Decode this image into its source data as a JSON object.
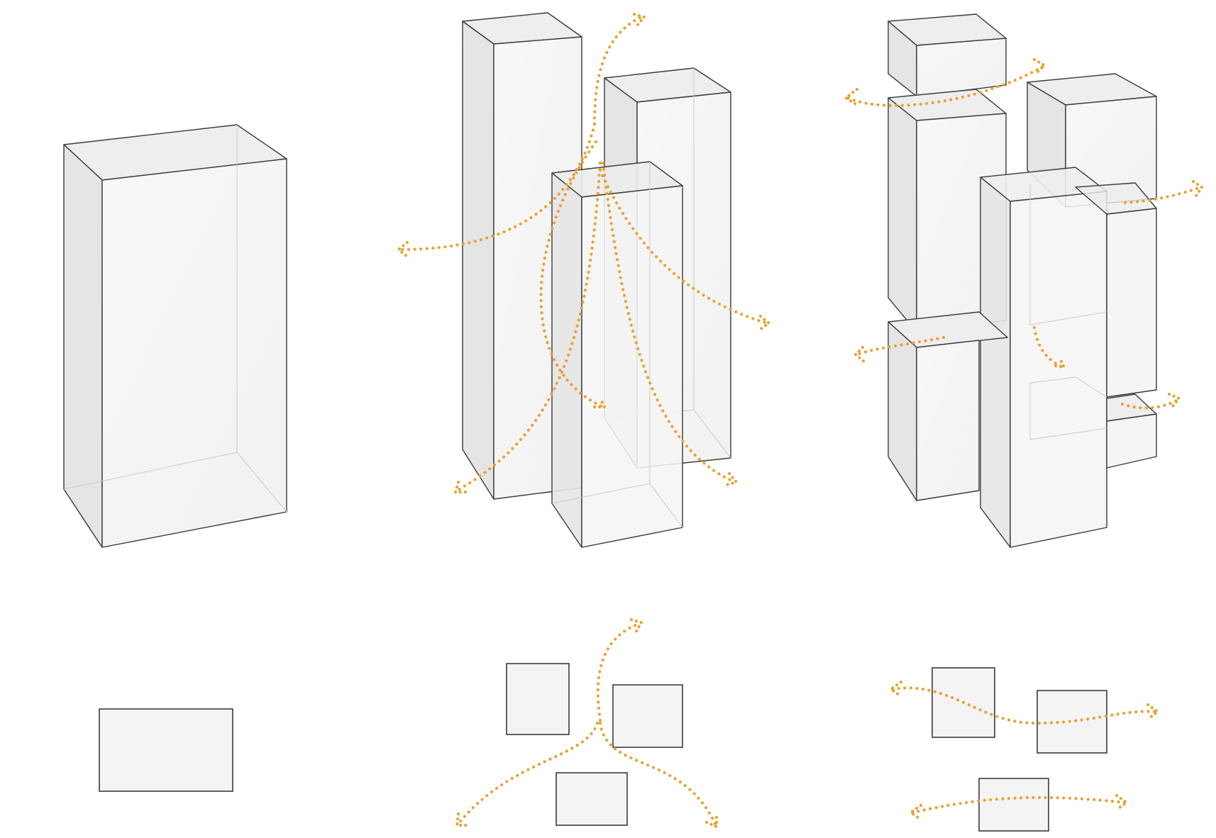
{
  "colors": {
    "flow": "#e8a133",
    "box_front": "#f6f6f6",
    "box_side": "#e6e6e6",
    "box_top": "#eeeeee",
    "plan_fill": "#f4f4f4",
    "edge": "#3a3a3a"
  },
  "panels": [
    {
      "name": "single-volume",
      "kind": "massing"
    },
    {
      "name": "three-towers-split",
      "kind": "massing"
    },
    {
      "name": "stacked-offset-volumes",
      "kind": "massing"
    },
    {
      "name": "single-volume-plan",
      "kind": "plan"
    },
    {
      "name": "three-towers-plan",
      "kind": "plan"
    },
    {
      "name": "offset-volumes-plan",
      "kind": "plan"
    }
  ]
}
